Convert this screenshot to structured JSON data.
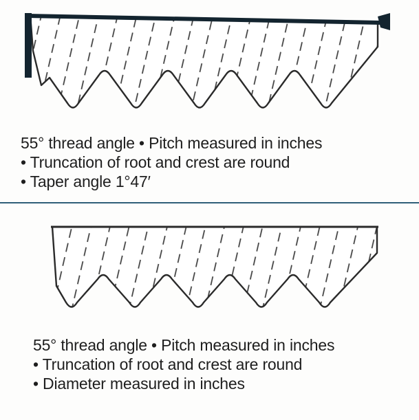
{
  "figures": [
    {
      "id": "top-thread-profile",
      "description": "thread cross-section with diagonal dashed hatching, tapered",
      "bullets": [
        "55° thread angle • Pitch measured in inches",
        "• Truncation of root and crest are round",
        "• Taper angle 1°47′"
      ]
    },
    {
      "id": "bottom-thread-profile",
      "description": "thread cross-section with diagonal dashed hatching, parallel",
      "bullets": [
        "55° thread angle • Pitch measured in inches",
        "• Truncation of root and crest are round",
        "• Diameter measured in inches"
      ]
    }
  ],
  "colors": {
    "outline": "#2a2a2a",
    "hatch": "#3c3c3c",
    "text": "#1e1e1e",
    "divider": "#2f5e78",
    "dark_edge": "#13242f",
    "background": "#fdfdfc"
  }
}
